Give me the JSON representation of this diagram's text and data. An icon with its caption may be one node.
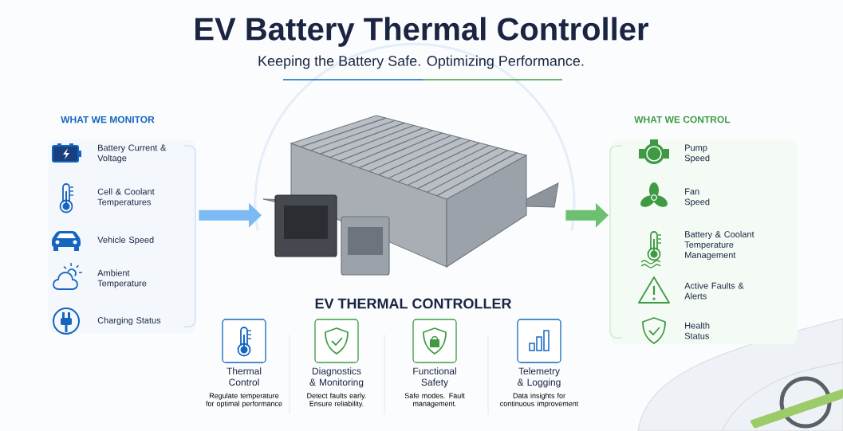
{
  "diagram": {
    "title": "EV Battery Thermal Controller",
    "nodes": [
      {
        "text": [
          "WHAT WE MONITOR"
        ]
      },
      {
        "text": [
          "Battery Current & Voltage"
        ],
        "in": 0
      },
      {
        "text": [
          "Cell & Coolant Temperatures"
        ],
        "in": 0
      },
      {
        "text": [
          "Vehicle Speed"
        ],
        "in": 0
      },
      {
        "text": [
          "Ambient Temperature"
        ],
        "in": 0
      },
      {
        "text": [
          "Charging Status"
        ],
        "in": 0
      },
      {
        "text": [
          "EV THERMAL CONTROLLER"
        ]
      },
      {
        "text": [
          "WHAT WE CONTROL"
        ]
      },
      {
        "text": [
          "Pump Speed"
        ],
        "in": 7
      },
      {
        "text": [
          "Fan Speed"
        ],
        "in": 7
      },
      {
        "text": [
          "Battery & Coolant Temperature Management"
        ],
        "in": 7
      },
      {
        "text": [
          "Active Faults & Alerts"
        ],
        "in": 7
      },
      {
        "text": [
          "Health Status"
        ],
        "in": 7
      },
      {
        "text": [
          "Thermal Control",
          "Regulate temperature for optimal performance"
        ]
      },
      {
        "text": [
          "Diagnostics & Monitoring",
          "Detect faults early. Ensure reliability."
        ]
      },
      {
        "text": [
          "Functional Safety",
          "Safe modes. Fault management."
        ]
      },
      {
        "text": [
          "Telemetry & Logging",
          "Data insights for continuous improvement"
        ]
      }
    ],
    "edges": [
      {
        "from": 0,
        "to": 6,
        "arrow": "to",
        "color": "#7db9f2"
      },
      {
        "from": 6,
        "to": 7,
        "arrow": "to",
        "color": "#6cc070"
      }
    ],
    "labels": [
      "Keeping the Battery Safe. Optimizing Performance."
    ]
  }
}
